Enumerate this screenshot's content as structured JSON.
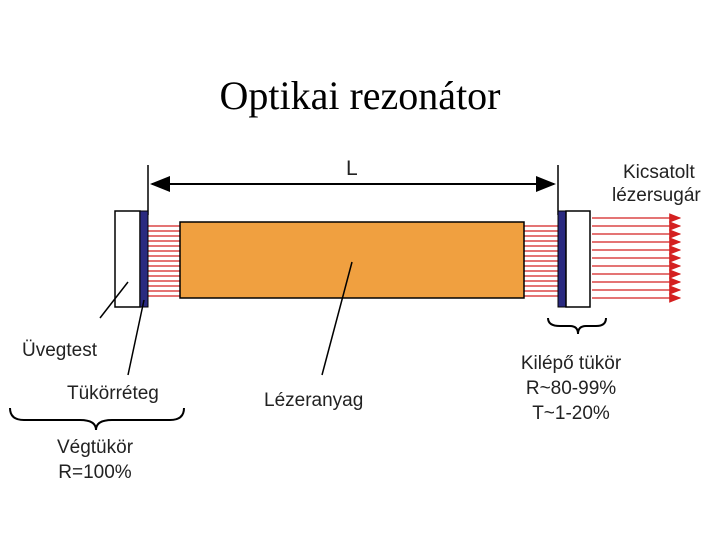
{
  "title": "Optikai rezonátor",
  "labels": {
    "length": "L",
    "output_beam": [
      "Kicsatolt",
      "lézersugár"
    ],
    "glass_body": "Üvegtest",
    "mirror_layer": "Tükörréteg",
    "end_mirror": [
      "Végtükör",
      "R=100%"
    ],
    "laser_medium": "Lézeranyag",
    "output_mirror": [
      "Kilépő tükör",
      "R~80-99%",
      "T~1-20%"
    ]
  },
  "colors": {
    "laser_medium": "#f0a040",
    "mirror_coating": "#2a2a80",
    "beam": "#d42020",
    "glass": "#ffffff"
  }
}
